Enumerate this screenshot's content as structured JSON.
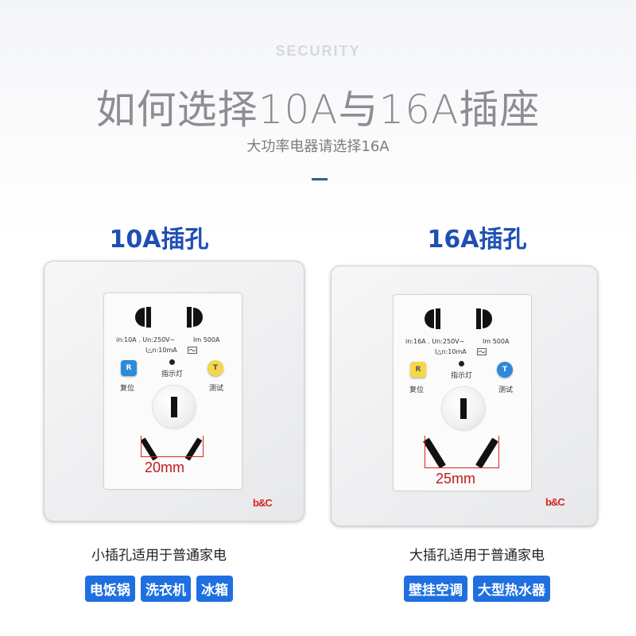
{
  "header": {
    "security_text": "SECURITY",
    "title": "如何选择10A与16A插座",
    "subtitle": "大功率电器请选择16A"
  },
  "left": {
    "heading": "10A插孔",
    "spec_line1": "in:10A . Un:250V~",
    "spec_im": "Im 500A",
    "spec_line2": "I△n:10mA",
    "indicator_label": "指示灯",
    "reset_button": "R",
    "reset_label": "复位",
    "test_button": "T",
    "test_label": "测试",
    "measurement": "20mm",
    "logo": "b&C",
    "caption": "小插孔适用于普通家电",
    "tags": [
      "电饭锅",
      "洗衣机",
      "冰箱"
    ]
  },
  "right": {
    "heading": "16A插孔",
    "spec_line1": "in:16A . Un:250V~",
    "spec_im": "Im 500A",
    "spec_line2": "I△n:10mA",
    "indicator_label": "指示灯",
    "reset_button": "R",
    "reset_label": "复位",
    "test_button": "T",
    "test_label": "测试",
    "measurement": "25mm",
    "logo": "b&C",
    "caption": "大插孔适用于普通家电",
    "tags": [
      "壁挂空调",
      "大型热水器"
    ]
  },
  "colors": {
    "heading": "#1f4fb4",
    "tag_bg": "#1f6fe0",
    "measure": "#c21a1a",
    "reset_blue": "#2d8ad8",
    "test_yellow": "#f4d84a"
  }
}
